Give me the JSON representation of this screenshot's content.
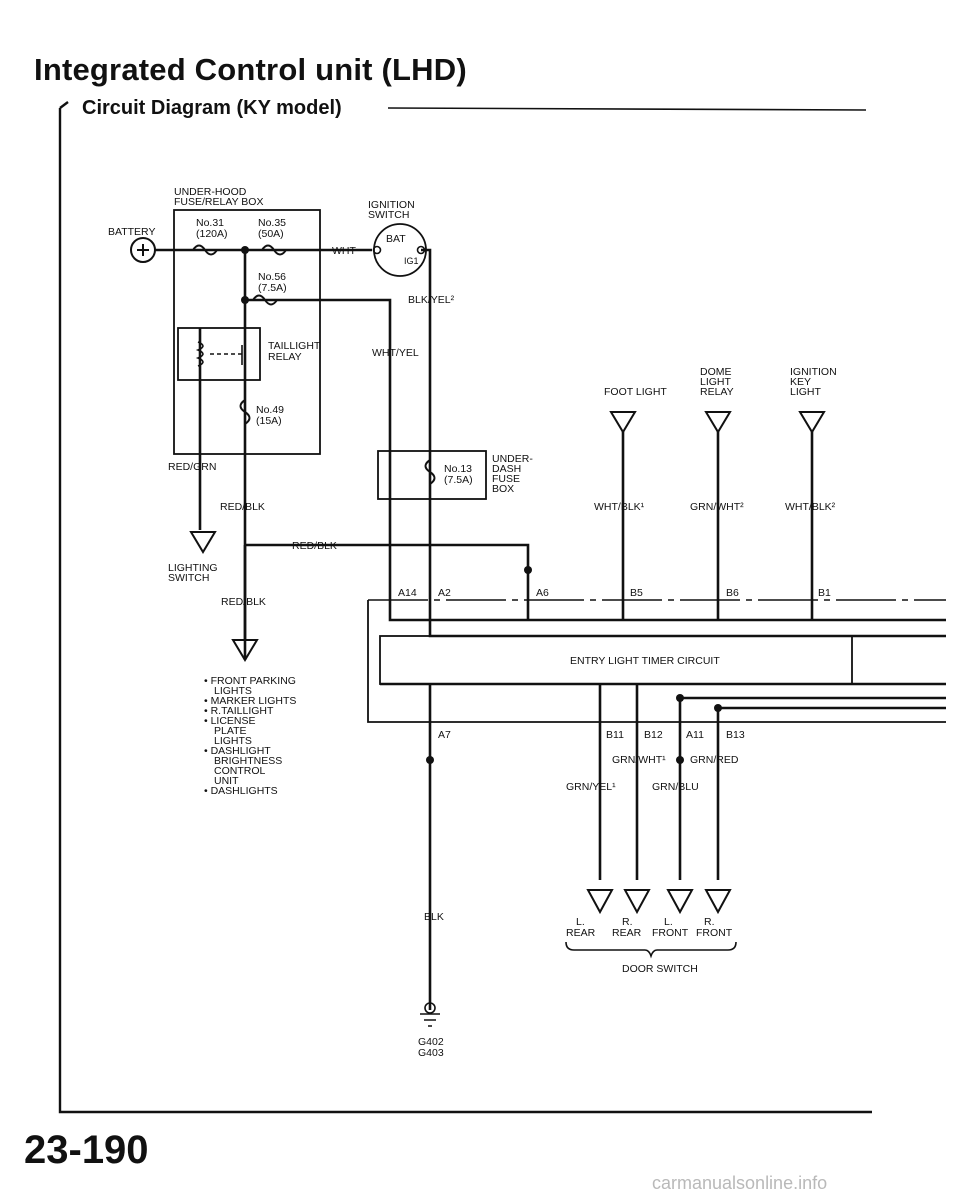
{
  "page": {
    "title": "Integrated Control unit (LHD)",
    "section_title": "Circuit Diagram (KY model)",
    "page_number": "23-190",
    "watermark": "carmanualsonline.info"
  },
  "components": {
    "under_hood_box": [
      "UNDER-HOOD",
      "FUSE/RELAY BOX"
    ],
    "battery": "BATTERY",
    "fuse_31": [
      "No.31",
      "(120A)"
    ],
    "fuse_35": [
      "No.35",
      "(50A)"
    ],
    "fuse_56": [
      "No.56",
      "(7.5A)"
    ],
    "fuse_49": [
      "No.49",
      "(15A)"
    ],
    "fuse_13": [
      "No.13",
      "(7.5A)"
    ],
    "taillight_relay": [
      "TAILLIGHT",
      "RELAY"
    ],
    "ignition_switch": [
      "IGNITION",
      "SWITCH"
    ],
    "ign_bat": "BAT",
    "ign_ig1": "IG1",
    "under_dash_box": [
      "UNDER-",
      "DASH",
      "FUSE",
      "BOX"
    ],
    "lighting_switch": [
      "LIGHTING",
      "SWITCH"
    ],
    "loads": [
      "• FRONT PARKING",
      "LIGHTS",
      "• MARKER LIGHTS",
      "• R.TAILLIGHT",
      "• LICENSE",
      "PLATE",
      "LIGHTS",
      "• DASHLIGHT",
      "BRIGHTNESS",
      "CONTROL",
      "UNIT",
      "• DASHLIGHTS"
    ],
    "foot_light": "FOOT LIGHT",
    "dome_light_relay": [
      "DOME",
      "LIGHT",
      "RELAY"
    ],
    "ignition_key_light": [
      "IGNITION",
      "KEY",
      "LIGHT"
    ],
    "entry_light_timer": "ENTRY LIGHT TIMER CIRCUIT",
    "door_switches": [
      [
        "L.",
        "REAR"
      ],
      [
        "R.",
        "REAR"
      ],
      [
        "L.",
        "FRONT"
      ],
      [
        "R.",
        "FRONT"
      ]
    ],
    "door_switch": "DOOR SWITCH",
    "ground": [
      "G402",
      "G403"
    ]
  },
  "wires": {
    "wht": "WHT",
    "blk_yel": "BLK/YEL²",
    "wht_yel": "WHT/YEL",
    "red_grn": "RED/GRN",
    "red_blk_1": "RED/BLK",
    "red_blk_2": "RED/BLK",
    "red_blk_3": "RED/BLK",
    "wht_blk_1": "WHT/BLK¹",
    "grn_wht_2": "GRN/WHT²",
    "wht_blk_2": "WHT/BLK²",
    "grn_wht_1": "GRN/WHT¹",
    "grn_red": "GRN/RED",
    "grn_yel": "GRN/YEL¹",
    "grn_blu": "GRN/BLU",
    "blk": "BLK"
  },
  "terminals": {
    "a14": "A14",
    "a2": "A2",
    "a6": "A6",
    "b5": "B5",
    "b6": "B6",
    "b1": "B1",
    "a7": "A7",
    "b11": "B11",
    "b12": "B12",
    "a11": "A11",
    "b13": "B13"
  }
}
